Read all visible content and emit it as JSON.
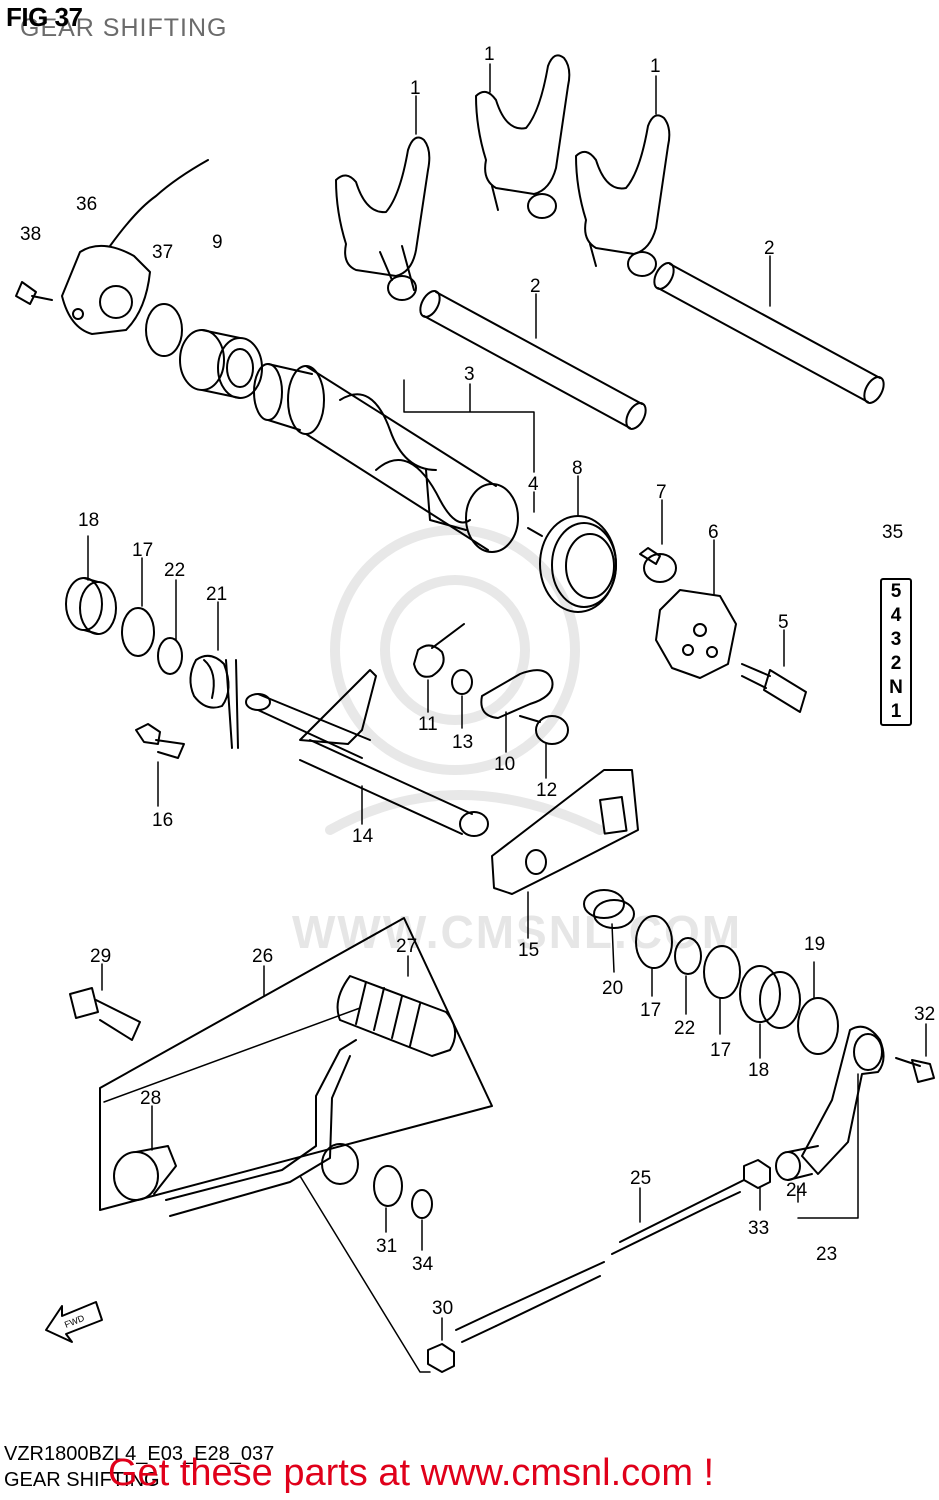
{
  "header": {
    "figure_label": "FIG 37",
    "title": "GEAR SHIFTING"
  },
  "watermark": "WWW.CMSNL.COM",
  "gear_indicator": [
    "5",
    "4",
    "3",
    "2",
    "N",
    "1"
  ],
  "callouts": [
    "1",
    "1",
    "1",
    "2",
    "2",
    "3",
    "4",
    "5",
    "6",
    "7",
    "8",
    "9",
    "10",
    "11",
    "12",
    "13",
    "14",
    "15",
    "16",
    "17",
    "17",
    "17",
    "18",
    "18",
    "19",
    "20",
    "21",
    "22",
    "22",
    "23",
    "24",
    "25",
    "26",
    "27",
    "28",
    "29",
    "30",
    "31",
    "32",
    "33",
    "34",
    "35",
    "36",
    "37",
    "38"
  ],
  "fwd_label": "FWD",
  "footer": {
    "code": "VZR1800BZL4_E03_E28_037",
    "subtitle": "GEAR SHIFTING",
    "promo": "Get these parts at www.cmsnl.com !"
  },
  "colors": {
    "line": "#000000",
    "watermark": "#e6e6e6",
    "promo": "#e0001a",
    "header_sub": "#6b6b6b"
  }
}
